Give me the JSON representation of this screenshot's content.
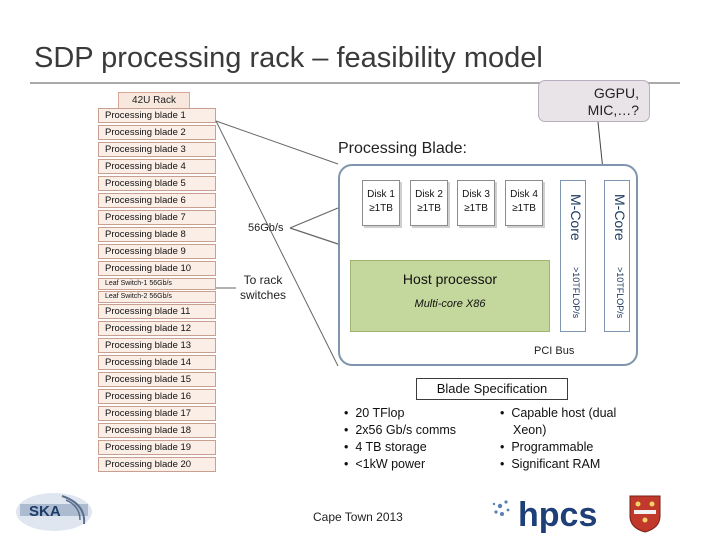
{
  "slide": {
    "title": "SDP processing rack – feasibility model"
  },
  "rack": {
    "label": "42U Rack",
    "blades_a": [
      "Processing blade 1",
      "Processing blade 2",
      "Processing blade 3",
      "Processing blade 4",
      "Processing blade 5",
      "Processing blade 6",
      "Processing blade 7",
      "Processing blade 8",
      "Processing blade 9",
      "Processing blade 10"
    ],
    "leaf_switches": [
      "Leaf Switch-1 56Gb/s",
      "Leaf Switch-2 56Gb/s"
    ],
    "blades_b": [
      "Processing blade 11",
      "Processing blade 12",
      "Processing blade 13",
      "Processing blade 14",
      "Processing blade 15",
      "Processing blade 16",
      "Processing blade 17",
      "Processing blade 18",
      "Processing blade 19",
      "Processing blade 20"
    ]
  },
  "callout": {
    "line1": "GGPU,",
    "line2": "MIC,…?"
  },
  "processing_blade": {
    "title": "Processing Blade:",
    "disks": [
      {
        "name": "Disk 1",
        "size": "≥1TB"
      },
      {
        "name": "Disk 2",
        "size": "≥1TB"
      },
      {
        "name": "Disk 3",
        "size": "≥1TB"
      },
      {
        "name": "Disk 4",
        "size": "≥1TB"
      }
    ],
    "host_title": "Host processor",
    "host_sub": "Multi-core X86",
    "accelerators": [
      {
        "name": "M-Core",
        "flops": ">10TFLOP/s"
      },
      {
        "name": "M-Core",
        "flops": ">10TFLOP/s"
      }
    ],
    "link_speed": "56Gb/s",
    "rack_switch_line1": "To rack",
    "rack_switch_line2": "switches",
    "bus_label": "PCI Bus"
  },
  "spec": {
    "title": "Blade Specification",
    "left": [
      "20 TFlop",
      "2x56 Gb/s comms",
      "4 TB storage",
      "<1kW power"
    ],
    "right": [
      "Capable host (dual",
      "Xeon)",
      "Programmable",
      "Significant RAM"
    ]
  },
  "footer": {
    "text": "Cape Town 2013"
  },
  "logos": {
    "ska": "SKA",
    "hpcs": "hpcs"
  },
  "colors": {
    "rack_fill": "#fbeee6",
    "host_fill": "#c4d79c",
    "blade_border": "#7f95ad",
    "text_accent": "#1c3a60"
  }
}
